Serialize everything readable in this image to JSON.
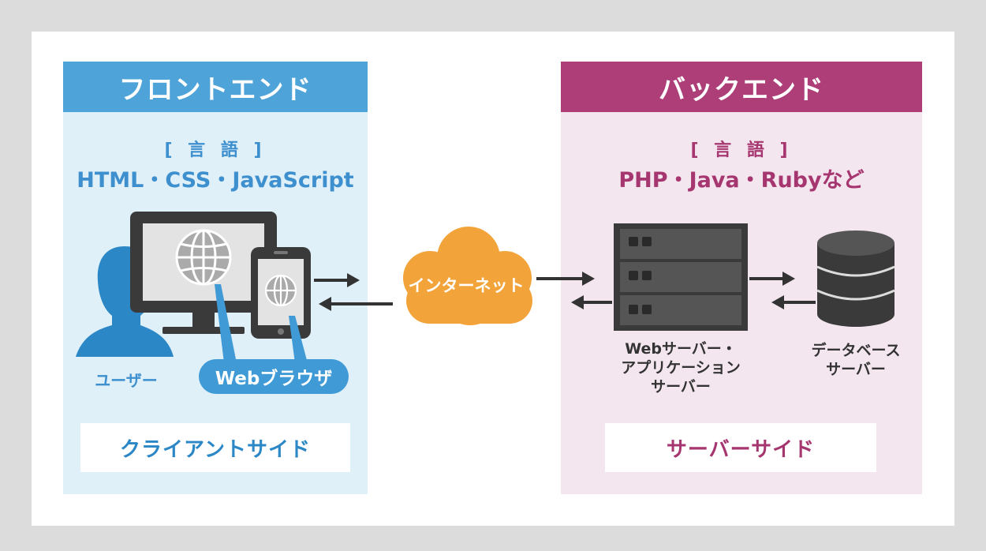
{
  "frontend": {
    "title": "フロントエンド",
    "lang_heading": "[ 言 語 ]",
    "languages": "HTML・CSS・JavaScript",
    "user_label": "ユーザー",
    "browser_label": "Webブラウザ",
    "side_label": "クライアントサイド"
  },
  "internet": {
    "label": "インターネット"
  },
  "backend": {
    "title": "バックエンド",
    "lang_heading": "[ 言 語 ]",
    "languages": "PHP・Java・Rubyなど",
    "server_label": [
      "Webサーバー・",
      "アプリケーション",
      "サーバー"
    ],
    "db_label": [
      "データベース",
      "サーバー"
    ],
    "side_label": "サーバーサイド"
  },
  "colors": {
    "frontend_accent": "#4ea3d8",
    "backend_accent": "#ad3e78",
    "cloud": "#f2a43a",
    "device": "#3a3a3a"
  },
  "icons": [
    "user-icon",
    "monitor-icon",
    "smartphone-icon",
    "globe-icon",
    "cloud-icon",
    "server-rack-icon",
    "database-icon",
    "arrow-right-icon",
    "arrow-left-icon"
  ]
}
